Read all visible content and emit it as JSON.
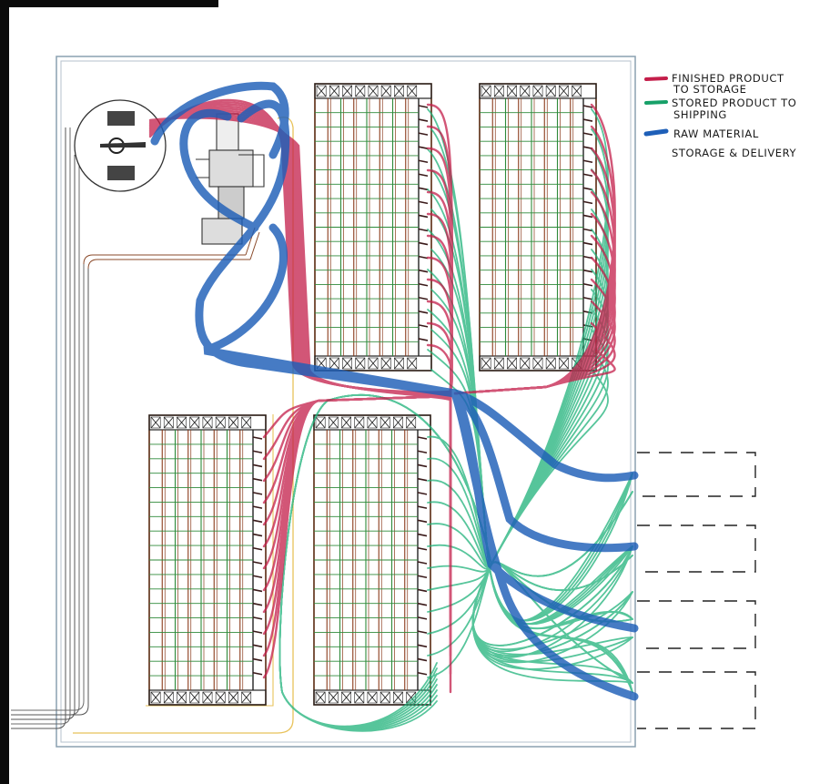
{
  "legend": {
    "items": [
      {
        "line1": "FINISHED PRODUCT",
        "line2": "TO STORAGE",
        "color": "#c41e4a"
      },
      {
        "line1": "STORED PRODUCT TO",
        "line2": "SHIPPING",
        "color": "#16a068"
      },
      {
        "line1": "RAW MATERIAL",
        "line2": "STORAGE & DELIVERY",
        "color": "#1e5fb8"
      }
    ]
  },
  "colors": {
    "finished": "#c41e4a",
    "stored": "#1fb27a",
    "raw": "#1e5fb8",
    "rack_brown": "#8a3a1a",
    "rack_green": "#2f8a3a",
    "border": "#8aa0b0",
    "yellow_path": "#e8c25a"
  },
  "diagram": {
    "rack_blocks": 4,
    "dock_bays": 4,
    "rack_columns": 8,
    "rack_rows": 18
  }
}
